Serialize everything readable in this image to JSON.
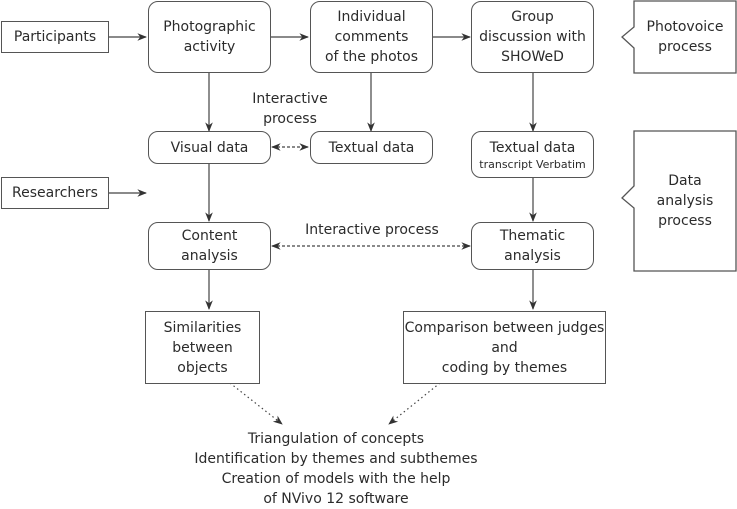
{
  "diagram": {
    "inputs": {
      "participants": "Participants",
      "researchers": "Researchers"
    },
    "photovoice": {
      "photographic_activity": [
        "Photographic",
        "activity"
      ],
      "individual_comments": [
        "Individual",
        "comments",
        "of the photos"
      ],
      "group_discussion": [
        "Group",
        "discussion with",
        "SHOWeD"
      ]
    },
    "data": {
      "visual_data": "Visual data",
      "textual_data": "Textual data",
      "textual_data_verbatim": "Textual data",
      "textual_data_verbatim_sub": "transcript Verbatim"
    },
    "analysis": {
      "content_analysis": [
        "Content",
        "analysis"
      ],
      "thematic_analysis": [
        "Thematic",
        "analysis"
      ]
    },
    "results": {
      "similarities": [
        "Similarities",
        "between",
        "objects"
      ],
      "comparison": [
        "Comparison between judges",
        "and",
        "coding by themes"
      ]
    },
    "edge_labels": {
      "interactive_top": [
        "Interactive",
        "process"
      ],
      "interactive_middle": "Interactive process"
    },
    "callouts": {
      "photovoice_process": [
        "Photovoice",
        "process"
      ],
      "data_analysis_process": [
        "Data",
        "analysis",
        "process"
      ]
    },
    "final_output": [
      "Triangulation of concepts",
      "Identification by themes and subthemes",
      "Creation of models with the help",
      "of NVivo 12 software"
    ]
  }
}
